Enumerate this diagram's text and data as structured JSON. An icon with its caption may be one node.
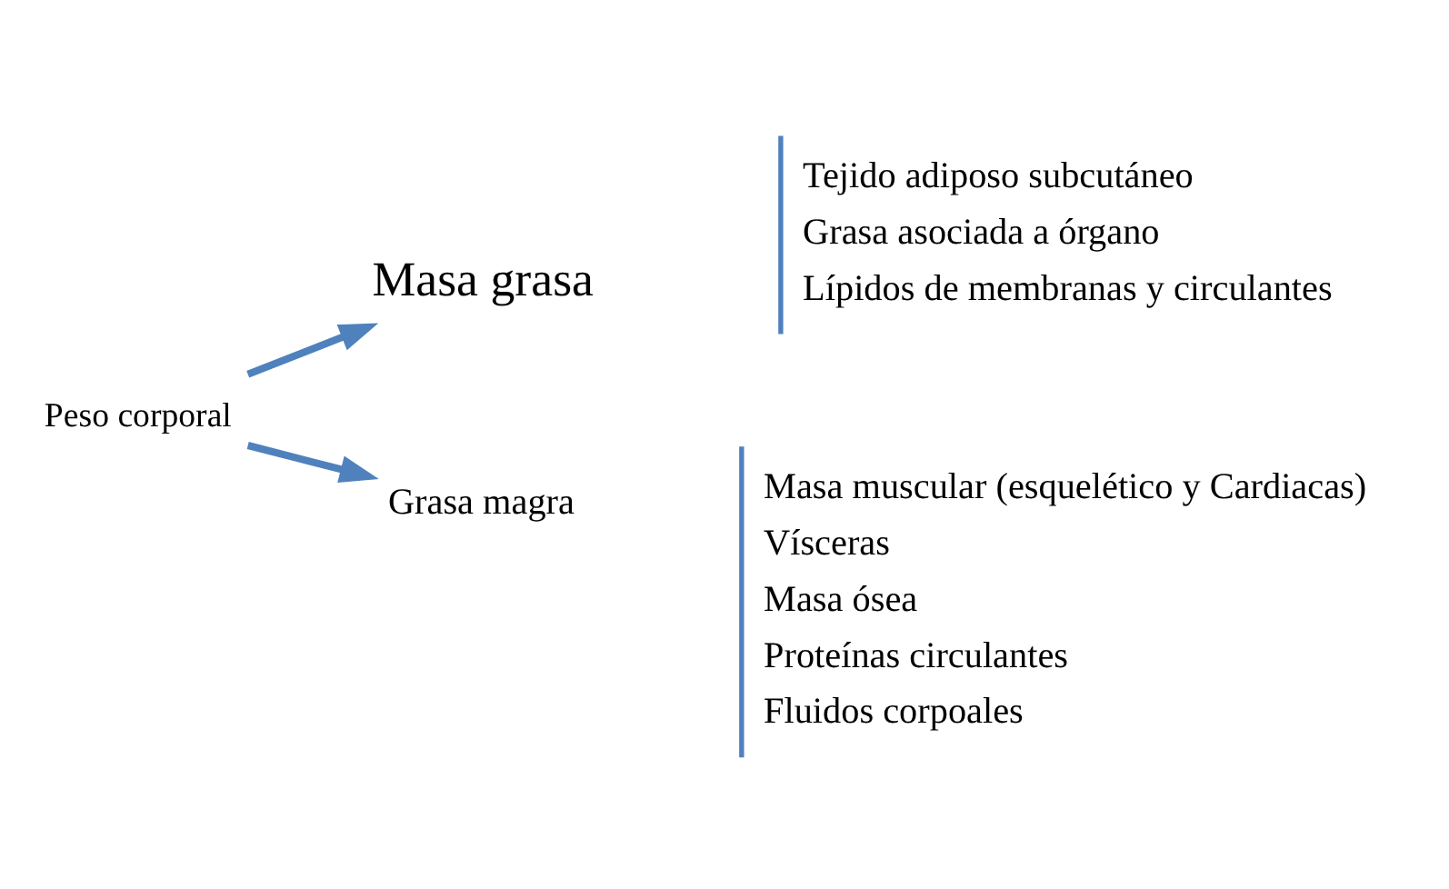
{
  "diagram": {
    "nodes": [
      {
        "text": [
          "Peso corporal"
        ]
      },
      {
        "text": [
          "Masa grasa"
        ]
      },
      {
        "text": [
          "Grasa magra"
        ]
      },
      {
        "text": [
          "Tejido adiposo subcutáneo",
          "Grasa asociada a órgano",
          "Lípidos de membranas y circulantes"
        ]
      },
      {
        "text": [
          "Masa muscular (esquelético y Cardiacas)",
          "Vísceras",
          "Masa ósea",
          "Proteínas circulantes",
          "Fluidos corpoales"
        ]
      }
    ],
    "edges": [
      {
        "from": 0,
        "to": 1,
        "arrow": "to"
      },
      {
        "from": 0,
        "to": 2,
        "arrow": "to"
      }
    ]
  }
}
